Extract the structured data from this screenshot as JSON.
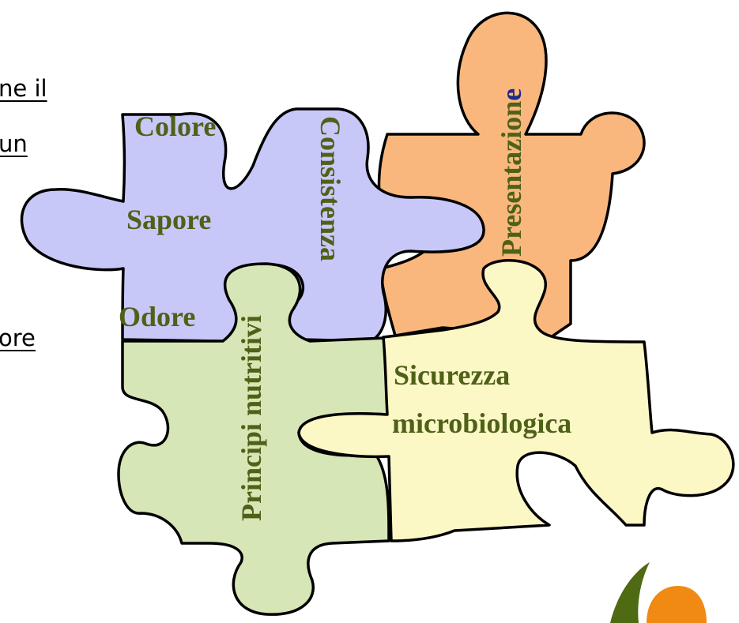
{
  "left_text": {
    "fragment_1": "ne  il",
    "fragment_2": "  un",
    "fragment_3": "ore"
  },
  "pieces": {
    "lavender": {
      "color": "#c8c8f8",
      "labels": {
        "colore": "Colore",
        "sapore": "Sapore",
        "odore": "Odore",
        "consistenza": "Consistenza"
      }
    },
    "orange": {
      "color": "#f9b77d",
      "labels": {
        "presentazione_main": "Presentazion",
        "presentazione_last": "e"
      }
    },
    "green": {
      "color": "#d6e6b6",
      "labels": {
        "principi": "Principi nutritivi"
      }
    },
    "yellow": {
      "color": "#fbf8c6",
      "labels": {
        "sicurezza": "Sicurezza",
        "microbiologica": "microbiologica"
      }
    }
  },
  "colors": {
    "label_text": "#4f6118",
    "accent_last_letter": "#1f2a8c",
    "logo_green": "#4e6a12",
    "logo_orange": "#f08a12"
  }
}
